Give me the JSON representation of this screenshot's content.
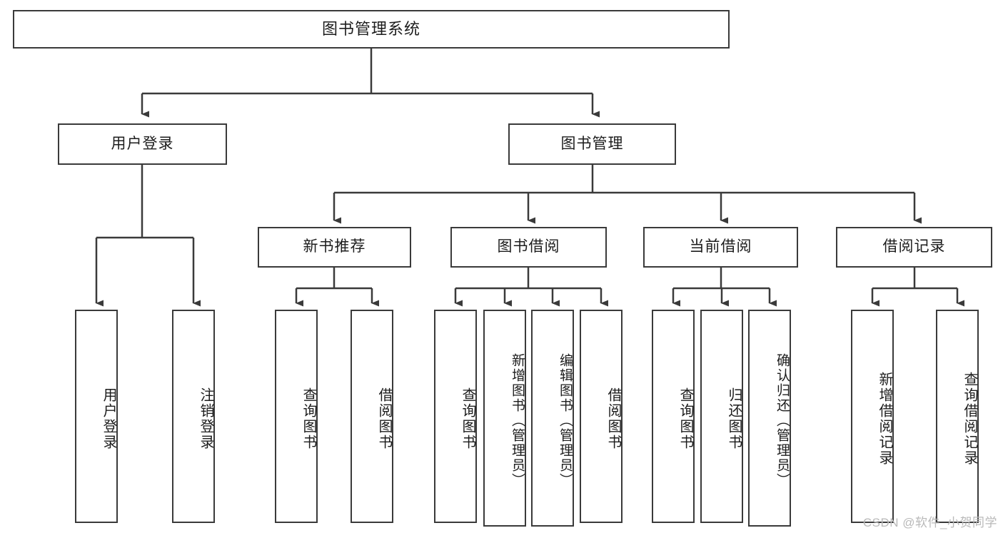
{
  "diagram": {
    "title": "图书管理系统",
    "type": "tree",
    "levels": 4
  },
  "root": {
    "label": "图书管理系统"
  },
  "level2": [
    {
      "label": "用户登录"
    },
    {
      "label": "图书管理"
    }
  ],
  "level3": [
    {
      "label": "新书推荐"
    },
    {
      "label": "图书借阅"
    },
    {
      "label": "当前借阅"
    },
    {
      "label": "借阅记录"
    }
  ],
  "leaves": {
    "user_login": [
      {
        "label": "用户登录"
      },
      {
        "label": "注销登录"
      }
    ],
    "new_book_recommend": [
      {
        "label": "查询图书"
      },
      {
        "label": "借阅图书"
      }
    ],
    "book_borrow": [
      {
        "label": "查询图书"
      },
      {
        "label": "新增图书（管理员）"
      },
      {
        "label": "编辑图书（管理员）"
      },
      {
        "label": "借阅图书"
      }
    ],
    "current_borrow": [
      {
        "label": "查询图书"
      },
      {
        "label": "归还图书"
      },
      {
        "label": "确认归还（管理员）"
      }
    ],
    "borrow_record": [
      {
        "label": "新增借阅记录"
      },
      {
        "label": "查询借阅记录"
      }
    ]
  },
  "watermark": {
    "text": "CSDN @软件_小贺同学"
  },
  "colors": {
    "stroke": "#3a3a3a",
    "text": "#1c1c1c",
    "background": "#ffffff",
    "watermark": "#b9b9b9"
  }
}
